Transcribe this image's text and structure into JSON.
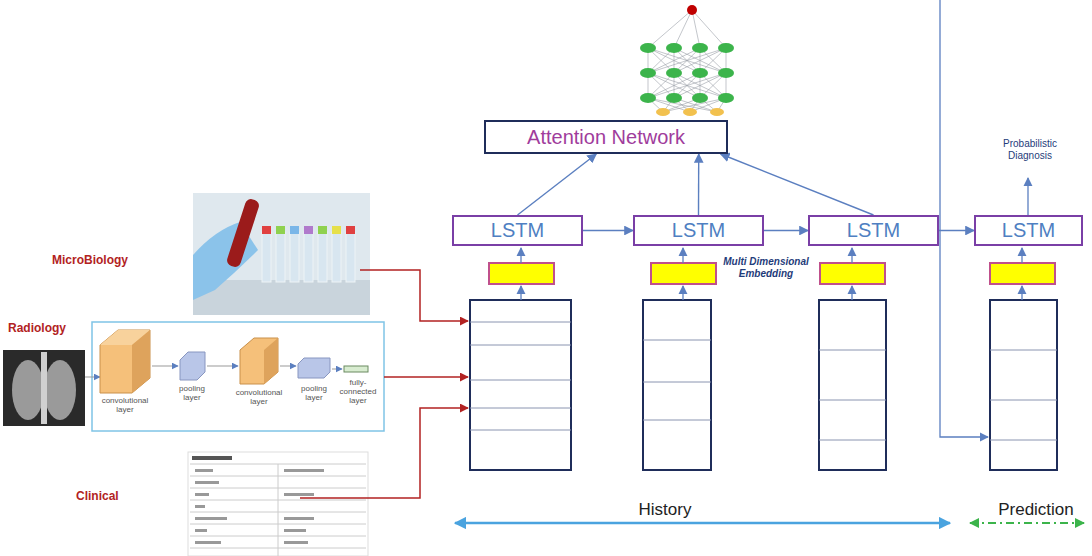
{
  "diagram": {
    "nodes": [
      {
        "text": [
          "Attention Network"
        ]
      },
      {
        "text": [
          "LSTM"
        ]
      },
      {
        "text": [
          "LSTM"
        ]
      },
      {
        "text": [
          "LSTM"
        ]
      },
      {
        "text": [
          "LSTM"
        ]
      }
    ],
    "edges": [
      {
        "from": 1,
        "to": 0,
        "arrow": "to"
      },
      {
        "from": 2,
        "to": 0,
        "arrow": "to"
      },
      {
        "from": 3,
        "to": 0,
        "arrow": "to"
      },
      {
        "from": 1,
        "to": 2,
        "arrow": "to"
      },
      {
        "from": 2,
        "to": 3,
        "arrow": "to"
      },
      {
        "from": 3,
        "to": 4,
        "arrow": "to"
      }
    ],
    "labels": [
      "MicroBiology",
      "Radiology",
      "Clinical",
      "convolutional layer",
      "pooling layer",
      "convolutional layer",
      "pooling layer",
      "fully-connected layer",
      "Multi Dimensional Embedding",
      "Probabilistic Diagnosis",
      "History",
      "Prediction"
    ]
  }
}
